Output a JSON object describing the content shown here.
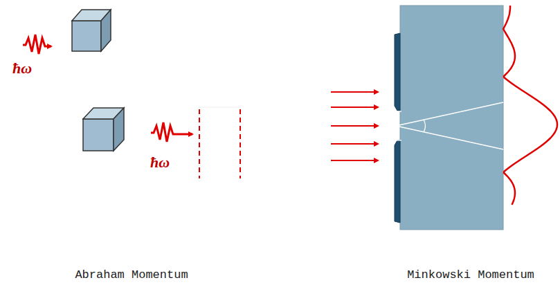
{
  "diagram": {
    "labels": [
      "ħω",
      "ħω",
      "Abraham Momentum",
      "Minkowski Momentum"
    ]
  }
}
